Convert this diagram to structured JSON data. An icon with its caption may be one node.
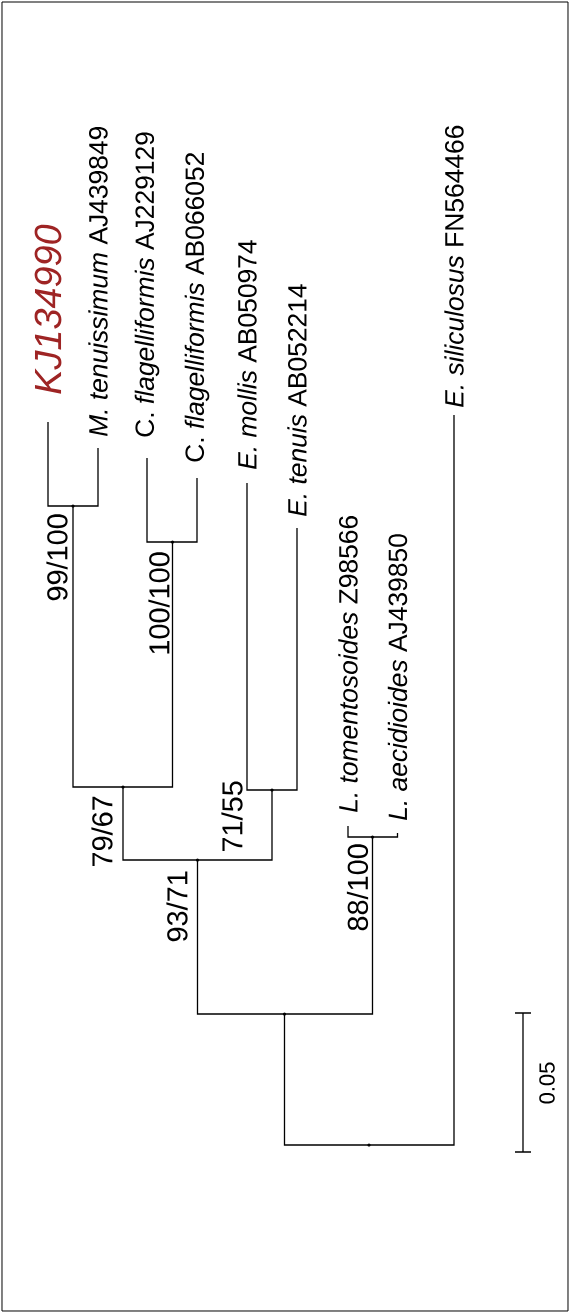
{
  "diagram": {
    "nodes": [
      {
        "text": [
          "KJ134990"
        ]
      },
      {
        "text": [
          "*M. tenuissimum* AJ439849"
        ]
      },
      {
        "text": [
          "C. *flagelliformis* AJ229129"
        ]
      },
      {
        "text": [
          "C. *flagelliformis* AB066052"
        ]
      },
      {
        "text": [
          "*E. mollis* AB050974"
        ]
      },
      {
        "text": [
          "*E. tenuis* AB052214"
        ]
      },
      {
        "text": [
          "*L. tomentosoides* Z98566"
        ]
      },
      {
        "text": [
          "*L. aecidioides* AJ439850"
        ]
      },
      {
        "text": [
          "*E. siliculosus* FN564466"
        ]
      },
      {
        "text": [],
        "shape": "point",
        "beside": [
          "99/100"
        ]
      },
      {
        "text": [],
        "shape": "point",
        "beside": [
          "100/100"
        ]
      },
      {
        "text": [],
        "shape": "point",
        "beside": [
          "79/67"
        ]
      },
      {
        "text": [],
        "shape": "point",
        "beside": [
          "71/55"
        ]
      },
      {
        "text": [],
        "shape": "point",
        "beside": [
          "93/71"
        ]
      },
      {
        "text": [],
        "shape": "point",
        "beside": [
          "88/100"
        ]
      },
      {
        "text": [],
        "shape": "point"
      },
      {
        "text": [],
        "shape": "point"
      }
    ],
    "edges": [
      {
        "from": 9,
        "to": 0,
        "arrow": "none"
      },
      {
        "from": 9,
        "to": 1,
        "arrow": "none"
      },
      {
        "from": 10,
        "to": 2,
        "arrow": "none"
      },
      {
        "from": 10,
        "to": 3,
        "arrow": "none"
      },
      {
        "from": 11,
        "to": 9,
        "arrow": "none"
      },
      {
        "from": 11,
        "to": 10,
        "arrow": "none"
      },
      {
        "from": 12,
        "to": 4,
        "arrow": "none"
      },
      {
        "from": 12,
        "to": 5,
        "arrow": "none"
      },
      {
        "from": 13,
        "to": 11,
        "arrow": "none"
      },
      {
        "from": 13,
        "to": 12,
        "arrow": "none"
      },
      {
        "from": 14,
        "to": 6,
        "arrow": "none"
      },
      {
        "from": 14,
        "to": 7,
        "arrow": "none"
      },
      {
        "from": 15,
        "to": 13,
        "arrow": "none"
      },
      {
        "from": 15,
        "to": 14,
        "arrow": "none"
      },
      {
        "from": 16,
        "to": 15,
        "arrow": "none"
      },
      {
        "from": 16,
        "to": 8,
        "arrow": "none"
      }
    ],
    "labels": [
      "0.05"
    ]
  }
}
